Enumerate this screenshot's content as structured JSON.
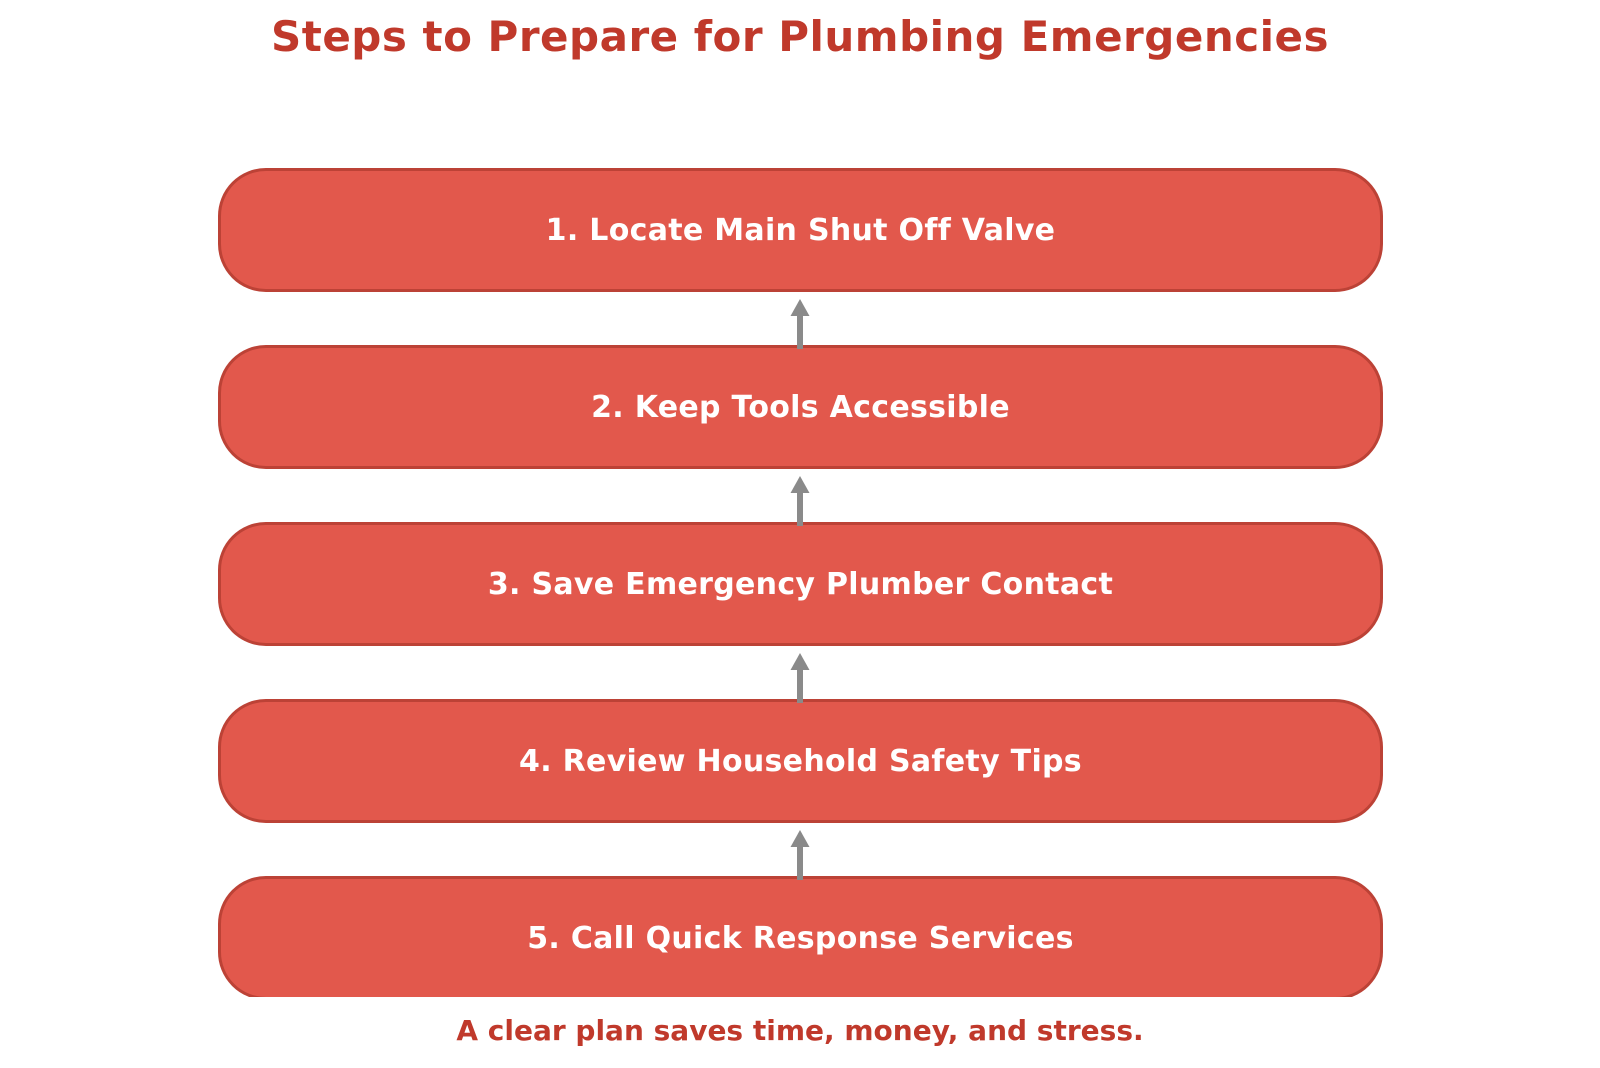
{
  "title": "Steps to Prepare for Plumbing Emergencies",
  "steps": [
    {
      "label": "1. Locate Main Shut Off Valve"
    },
    {
      "label": "2. Keep Tools Accessible"
    },
    {
      "label": "3. Save Emergency Plumber Contact"
    },
    {
      "label": "4. Review Household Safety Tips"
    },
    {
      "label": "5. Call Quick Response Services"
    }
  ],
  "footer": "A clear plan saves time, money, and stress.",
  "icons": {
    "arrow": "up-arrow-icon"
  },
  "colors": {
    "title_text": "#c0392b",
    "box_fill": "#e2584c",
    "box_border": "#bc4236",
    "box_text": "#ffffff",
    "arrow": "#8a8a8a",
    "footer_text": "#c0392b",
    "background": "#ffffff"
  }
}
